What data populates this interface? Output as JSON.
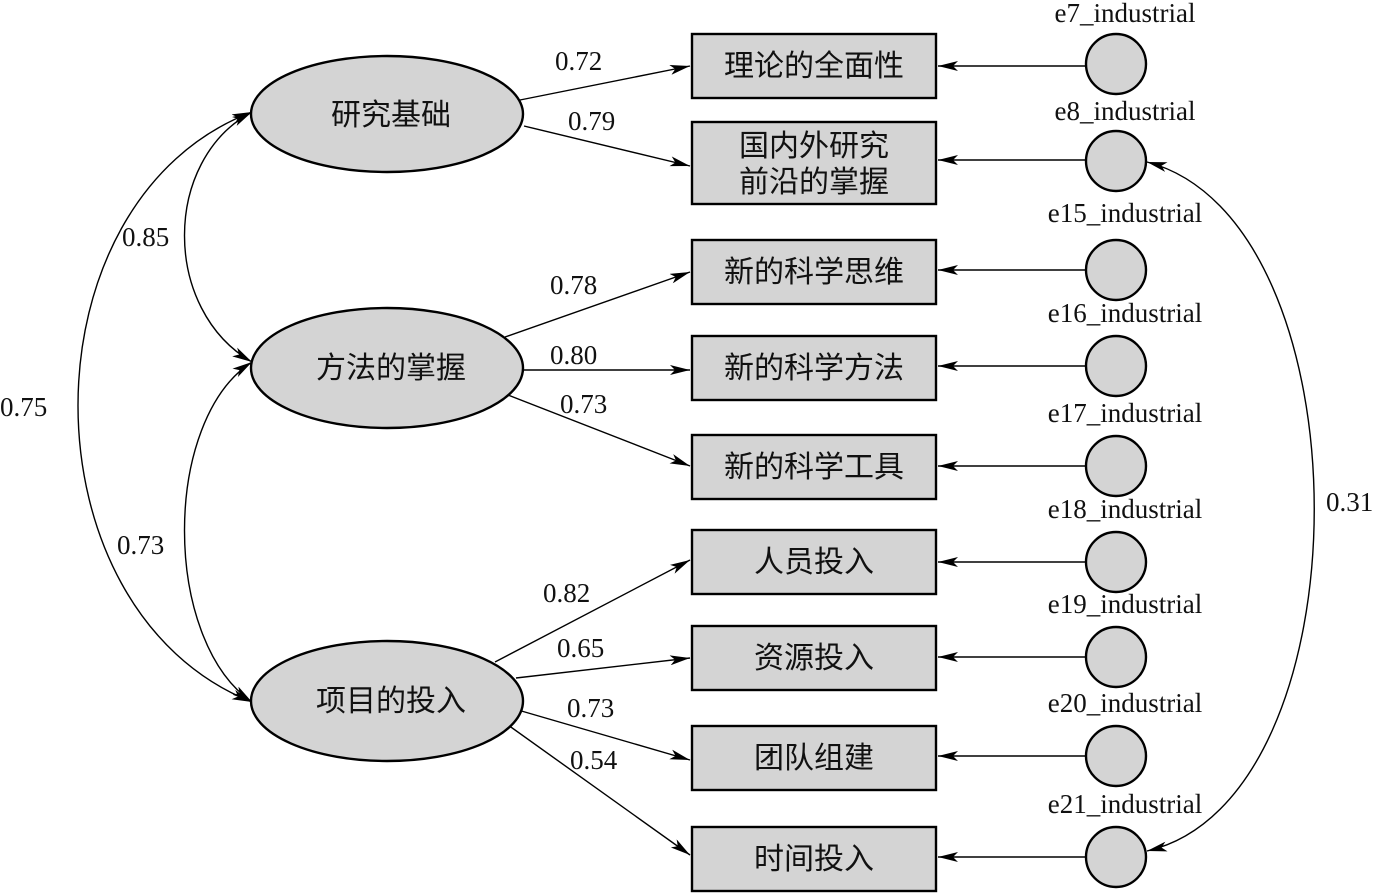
{
  "latents": [
    {
      "id": "L1",
      "label": "研究基础"
    },
    {
      "id": "L2",
      "label": "方法的掌握"
    },
    {
      "id": "L3",
      "label": "项目的投入"
    }
  ],
  "indicators": [
    {
      "id": "I1",
      "lines": [
        "理论的全面性"
      ],
      "error": "e7_industrial",
      "loading": "0.72",
      "latent": "L1"
    },
    {
      "id": "I2",
      "lines": [
        "国内外研究",
        "前沿的掌握"
      ],
      "error": "e8_industrial",
      "loading": "0.79",
      "latent": "L1"
    },
    {
      "id": "I3",
      "lines": [
        "新的科学思维"
      ],
      "error": "e15_industrial",
      "loading": "0.78",
      "latent": "L2"
    },
    {
      "id": "I4",
      "lines": [
        "新的科学方法"
      ],
      "error": "e16_industrial",
      "loading": "0.80",
      "latent": "L2"
    },
    {
      "id": "I5",
      "lines": [
        "新的科学工具"
      ],
      "error": "e17_industrial",
      "loading": "0.73",
      "latent": "L2"
    },
    {
      "id": "I6",
      "lines": [
        "人员投入"
      ],
      "error": "e18_industrial",
      "loading": "0.82",
      "latent": "L3"
    },
    {
      "id": "I7",
      "lines": [
        "资源投入"
      ],
      "error": "e19_industrial",
      "loading": "0.65",
      "latent": "L3"
    },
    {
      "id": "I8",
      "lines": [
        "团队组建"
      ],
      "error": "e20_industrial",
      "loading": "0.73",
      "latent": "L3"
    },
    {
      "id": "I9",
      "lines": [
        "时间投入"
      ],
      "error": "e21_industrial",
      "loading": "0.54",
      "latent": "L3"
    }
  ],
  "latent_correlations": [
    {
      "from": "L1",
      "to": "L2",
      "value": "0.85"
    },
    {
      "from": "L2",
      "to": "L3",
      "value": "0.73"
    },
    {
      "from": "L1",
      "to": "L3",
      "value": "0.75"
    }
  ],
  "error_correlations": [
    {
      "from": "e8_industrial",
      "to": "e21_industrial",
      "value": "0.31"
    }
  ],
  "colors": {
    "fill": "#d4d4d4",
    "stroke": "#000000"
  }
}
